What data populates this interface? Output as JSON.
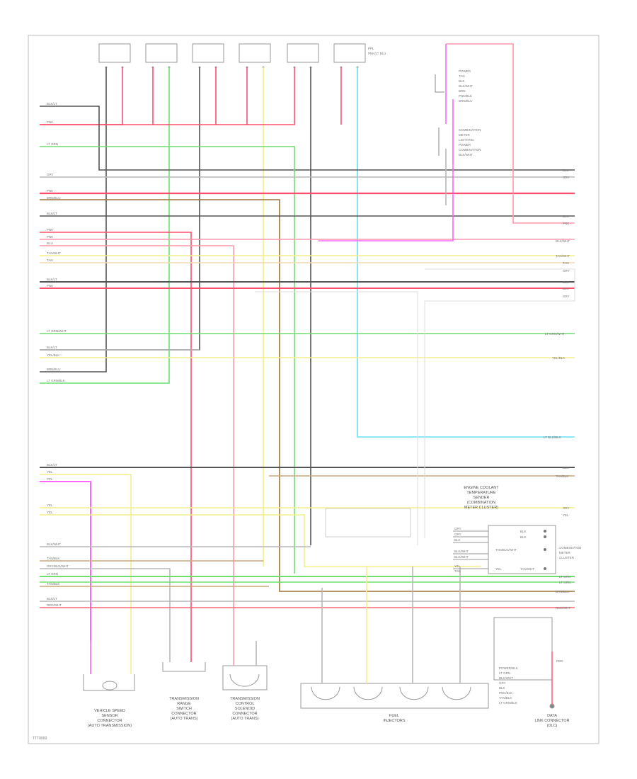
{
  "diagram": {
    "footer_code": "TTT0000",
    "wire_colors": {
      "black": "#555555",
      "pink": "#ff4d6d",
      "light_green": "#6ee06e",
      "yellow": "#f4ef88",
      "gray": "#b8b8b8",
      "tan": "#c8a878",
      "light_blue": "#66e0f0",
      "magenta": "#ff66ff",
      "brown": "#a0703a",
      "red_orange": "#ff6677"
    },
    "left_labels": [
      "BLK/LT",
      "PNK",
      "LT GRN",
      "GRY",
      "PNK",
      "BRN/BLU",
      "BLK/LT",
      "PNK",
      "PNK",
      "BLU",
      "TAN/WHT",
      "TAN",
      "BLK/LT",
      "PNK",
      "LT GRN/WHT",
      "BLK/LT",
      "YEL/BLK",
      "BRN/BLU",
      "LT GRN/BLK",
      "BLK/LT",
      "YEL",
      "PPL",
      "YEL",
      "YEL",
      "BLK/WHT",
      "TAN/BLK",
      "GRY/BLK/WHT",
      "LT GRN",
      "TAN/BLK",
      "BLK/LT",
      "RED/WHT"
    ],
    "right_labels": [
      "BLK",
      "GRY",
      "BLK",
      "PNK",
      "BLK/WHT",
      "TAN/WHT",
      "TAN",
      "GRY",
      "BLK",
      "BLK",
      "GRY",
      "LT GRN/WHT",
      "YEL/BLK",
      "LT BLU/BLK",
      "BLK",
      "TAN/BLK",
      "GRY",
      "YEL",
      "LT GRN",
      "LT GRN",
      "BRN/BLU",
      "RED/WHT"
    ],
    "top_labels": [
      "PPL",
      "PNK/LT BLU"
    ],
    "right_column_labels": [
      "POWER",
      "TAN",
      "BLK",
      "BLK/WHT",
      "BRN",
      "PNK/BLK",
      "BRN/BLU",
      "COMBINATION",
      "METER",
      "LIGHTING",
      "POWER",
      "COMBINATION",
      "BLK/WHT"
    ],
    "bcm_title": [
      "ENGINE COOLANT",
      "TEMPERATURE",
      "SENDER",
      "(COMBINATION",
      "METER CLUSTER)"
    ],
    "bcm_lines": [
      "GRY",
      "GRY",
      "BLK",
      "BLK/WHT",
      "BLK/WHT",
      "YEL",
      "TAN"
    ],
    "bcm_right": [
      "BLK",
      "BLK",
      "TAN/BLK/WHT",
      "TAN/WHT",
      "YEL"
    ],
    "bcm_side": [
      "COMBINATION",
      "METER",
      "CLUSTER"
    ],
    "bottom_right_labels": [
      "POWER/BLK",
      "LT GRN",
      "BLK/WHT",
      "GRY",
      "BLK",
      "PNK/BLK",
      "TAN/BLK",
      "LT GRN/BLK"
    ],
    "bottom_right_wire": "RED",
    "bottom_captions": [
      [
        "VEHICLE SPEED",
        "SENSOR",
        "CONNECTOR",
        "(AUTO TRANSMISSION)"
      ],
      [
        "TRANSMISSION",
        "RANGE",
        "SWITCH",
        "CONNECTOR",
        "(AUTO TRANS)"
      ],
      [
        "TRANSMISSION",
        "CONTROL",
        "SOLENOID",
        "CONNECTOR",
        "(AUTO TRANS)"
      ],
      [
        "FUEL",
        "INJECTORS"
      ],
      [
        "DATA",
        "LINK CONNECTOR",
        "(DLC)"
      ]
    ]
  }
}
